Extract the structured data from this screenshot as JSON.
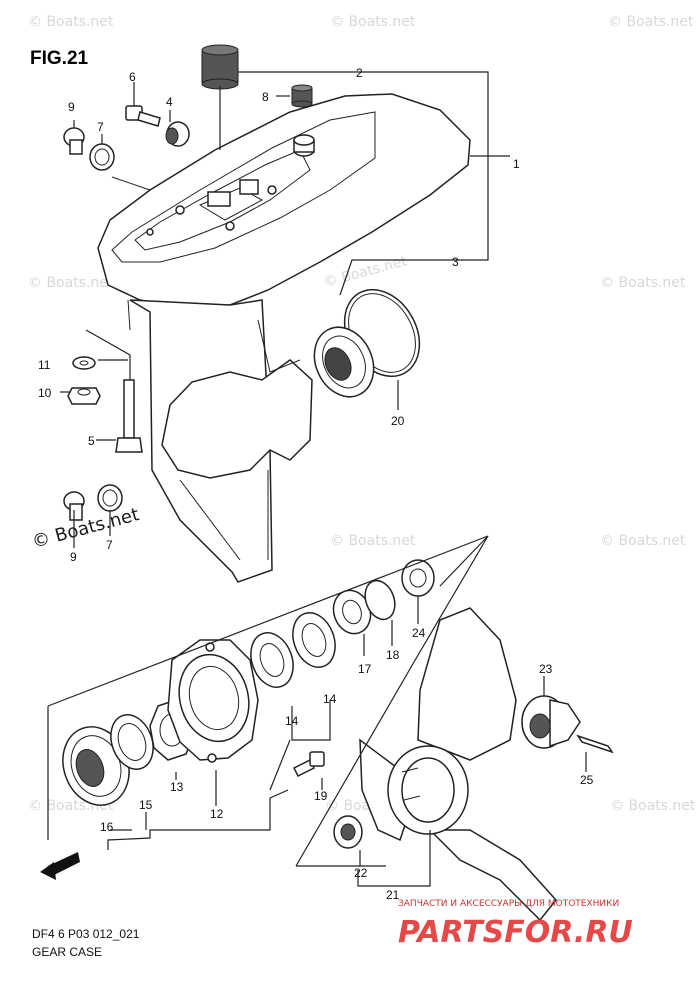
{
  "figure": {
    "title": "FIG.21",
    "code": "DF4 6 P03 012_021",
    "caption": "GEAR CASE"
  },
  "watermark": {
    "text": "© Boats.net"
  },
  "branding": {
    "ru_text": "ЗАПЧАСТИ И АКСЕССУАРЫ ДЛЯ МОТОТЕХНИКИ",
    "logo_text": "PARTSFOR.RU"
  },
  "callouts": {
    "c1": "1",
    "c2": "2",
    "c3": "3",
    "c4": "4",
    "c5": "5",
    "c6": "6",
    "c7a": "7",
    "c7b": "7",
    "c8": "8",
    "c9a": "9",
    "c9b": "9",
    "c10": "10",
    "c11": "11",
    "c12": "12",
    "c13": "13",
    "c14a": "14",
    "c14b": "14",
    "c15": "15",
    "c16": "16",
    "c17": "17",
    "c18": "18",
    "c19": "19",
    "c20": "20",
    "c21": "21",
    "c22": "22",
    "c23": "23",
    "c24": "24",
    "c25": "25"
  },
  "icons": {
    "forward": "fwd-arrow-icon"
  }
}
